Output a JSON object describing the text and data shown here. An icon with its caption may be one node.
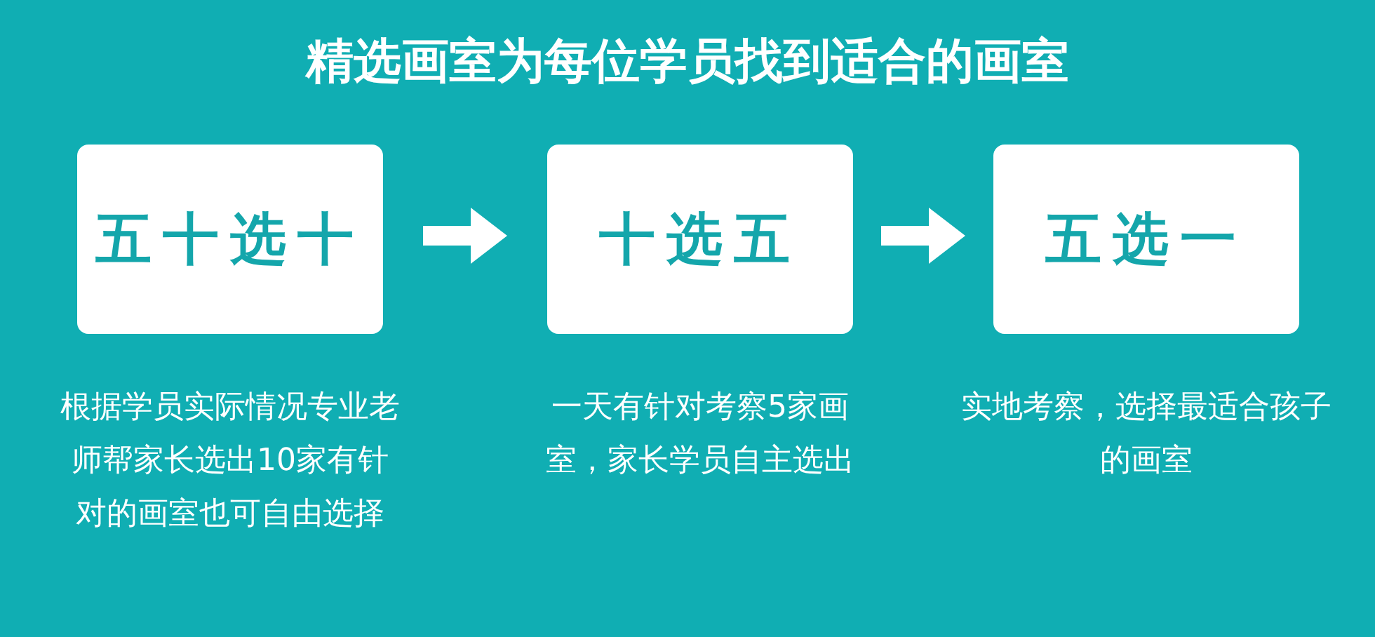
{
  "diagram": {
    "title": "精选画室为每位学员找到适合的画室",
    "nodes": [
      {
        "text": [
          "五十选十"
        ],
        "beside": [
          "根据学员实际情况专业老师帮家长选出10家有针对的画室也可自由选择"
        ]
      },
      {
        "text": [
          "十选五"
        ],
        "beside": [
          "一天有针对考察5家画室，家长学员自主选出"
        ]
      },
      {
        "text": [
          "五选一"
        ],
        "beside": [
          "实地考察，选择最适合孩子的画室"
        ]
      }
    ],
    "edges": [
      {
        "from": 0,
        "to": 1,
        "arrow": "to"
      },
      {
        "from": 1,
        "to": 2,
        "arrow": "to"
      }
    ]
  }
}
